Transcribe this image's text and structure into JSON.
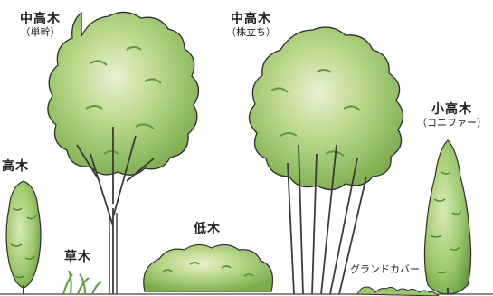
{
  "labels": {
    "medium_single": {
      "name": "中高木",
      "note": "（単幹）"
    },
    "medium_multi": {
      "name": "中高木",
      "note": "（株立ち）"
    },
    "small_conifer": {
      "name": "小高木",
      "note": "（コニファー）"
    },
    "tall": {
      "name": "高木"
    },
    "grass": {
      "name": "草木"
    },
    "shrub": {
      "name": "低木"
    },
    "groundcover": {
      "name": "グランドカバー"
    }
  },
  "colors": {
    "leaf_light": "#cfe3a6",
    "leaf_mid": "#9cc86a",
    "leaf_dark": "#5f9a3c",
    "outline": "#2e2e2e",
    "trunk": "#3a3a3a"
  }
}
